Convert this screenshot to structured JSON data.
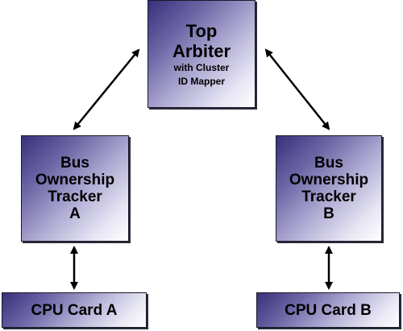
{
  "nodes": {
    "top_arbiter": {
      "title_line1": "Top",
      "title_line2": "Arbiter",
      "subtitle_line1": "with Cluster",
      "subtitle_line2": "ID Mapper"
    },
    "tracker_a": {
      "line1": "Bus",
      "line2": "Ownership",
      "line3": "Tracker",
      "line4": "A"
    },
    "tracker_b": {
      "line1": "Bus",
      "line2": "Ownership",
      "line3": "Tracker",
      "line4": "B"
    },
    "cpu_a": {
      "label": "CPU Card A"
    },
    "cpu_b": {
      "label": "CPU Card B"
    }
  },
  "connections": [
    {
      "from": "top_arbiter",
      "to": "tracker_a",
      "style": "bidirectional-arrow"
    },
    {
      "from": "top_arbiter",
      "to": "tracker_b",
      "style": "bidirectional-arrow"
    },
    {
      "from": "tracker_a",
      "to": "cpu_a",
      "style": "bidirectional-arrow"
    },
    {
      "from": "tracker_b",
      "to": "cpu_b",
      "style": "bidirectional-arrow"
    }
  ],
  "colors": {
    "box_gradient_dark": "#38307a",
    "box_gradient_light": "#ffffff",
    "border": "#1a1a2a",
    "arrow": "#000000",
    "text": "#000000"
  }
}
